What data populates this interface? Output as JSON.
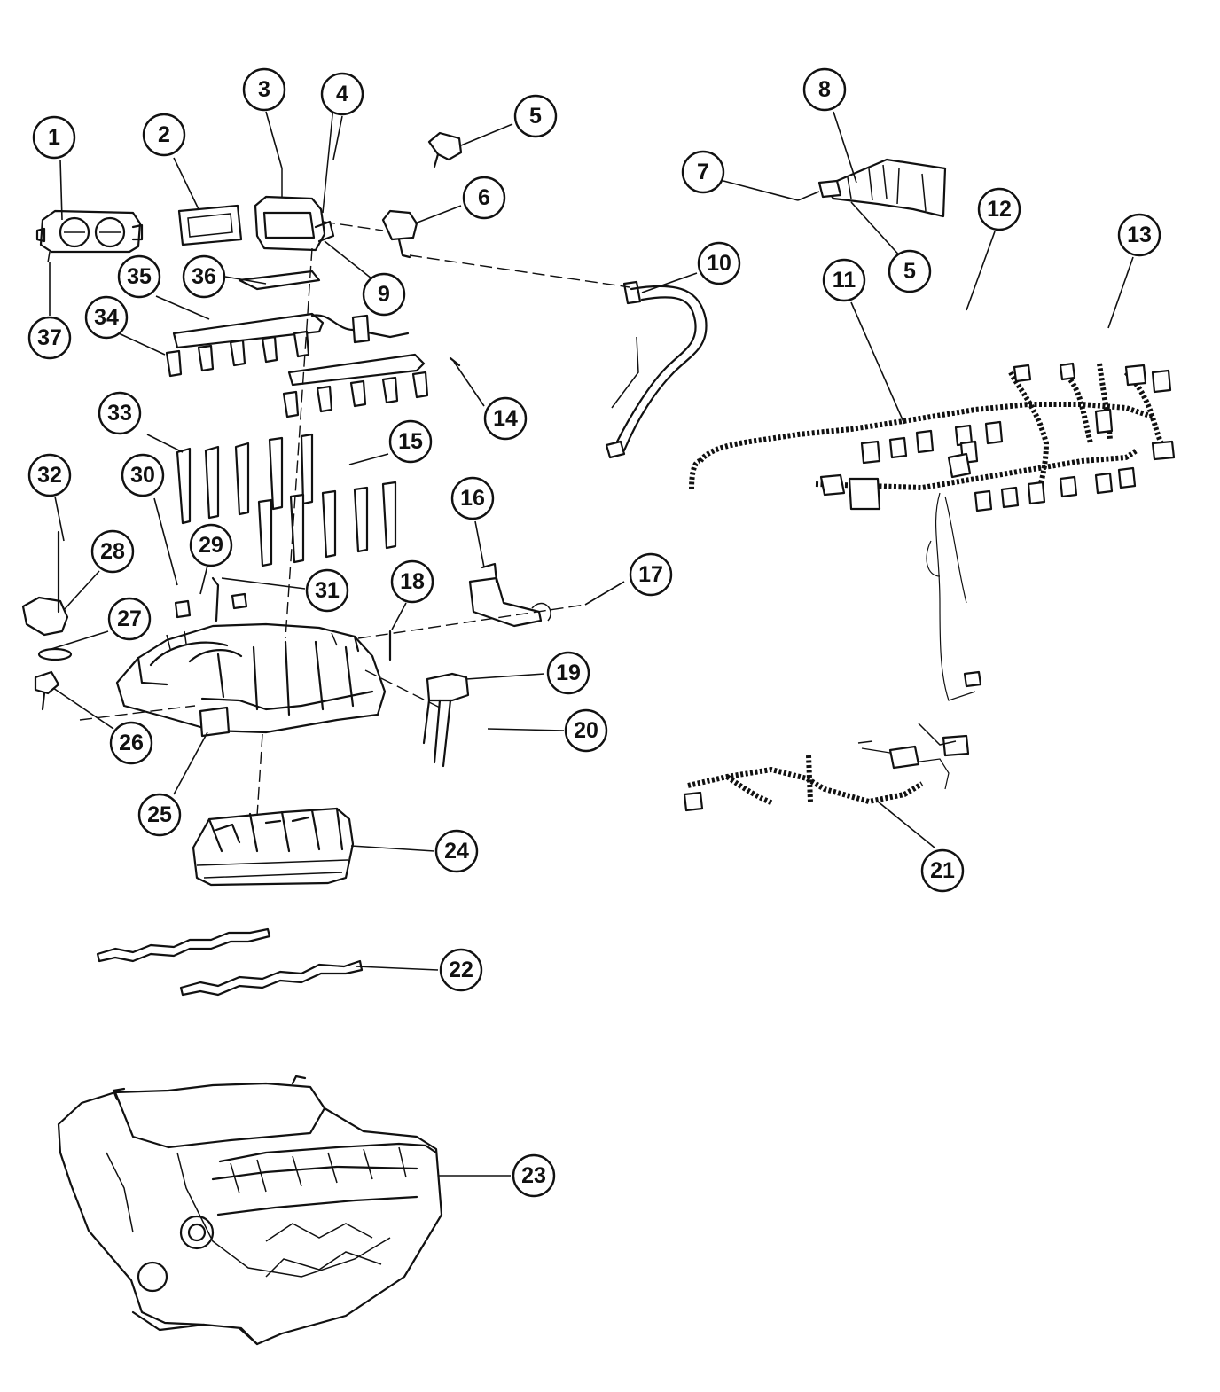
{
  "callouts": [
    {
      "id": "c1",
      "label": "1"
    },
    {
      "id": "c2",
      "label": "2"
    },
    {
      "id": "c3",
      "label": "3"
    },
    {
      "id": "c4",
      "label": "4"
    },
    {
      "id": "c5a",
      "label": "5"
    },
    {
      "id": "c5b",
      "label": "5"
    },
    {
      "id": "c6",
      "label": "6"
    },
    {
      "id": "c7",
      "label": "7"
    },
    {
      "id": "c8",
      "label": "8"
    },
    {
      "id": "c9",
      "label": "9"
    },
    {
      "id": "c10",
      "label": "10"
    },
    {
      "id": "c11",
      "label": "11"
    },
    {
      "id": "c12",
      "label": "12"
    },
    {
      "id": "c13",
      "label": "13"
    },
    {
      "id": "c14",
      "label": "14"
    },
    {
      "id": "c15",
      "label": "15"
    },
    {
      "id": "c16",
      "label": "16"
    },
    {
      "id": "c17",
      "label": "17"
    },
    {
      "id": "c18",
      "label": "18"
    },
    {
      "id": "c19",
      "label": "19"
    },
    {
      "id": "c20",
      "label": "20"
    },
    {
      "id": "c21",
      "label": "21"
    },
    {
      "id": "c22",
      "label": "22"
    },
    {
      "id": "c23",
      "label": "23"
    },
    {
      "id": "c24",
      "label": "24"
    },
    {
      "id": "c25",
      "label": "25"
    },
    {
      "id": "c26",
      "label": "26"
    },
    {
      "id": "c27",
      "label": "27"
    },
    {
      "id": "c28",
      "label": "28"
    },
    {
      "id": "c29",
      "label": "29"
    },
    {
      "id": "c30",
      "label": "30"
    },
    {
      "id": "c31",
      "label": "31"
    },
    {
      "id": "c32",
      "label": "32"
    },
    {
      "id": "c33",
      "label": "33"
    },
    {
      "id": "c34",
      "label": "34"
    },
    {
      "id": "c35",
      "label": "35"
    },
    {
      "id": "c36",
      "label": "36"
    },
    {
      "id": "c37",
      "label": "37"
    }
  ]
}
